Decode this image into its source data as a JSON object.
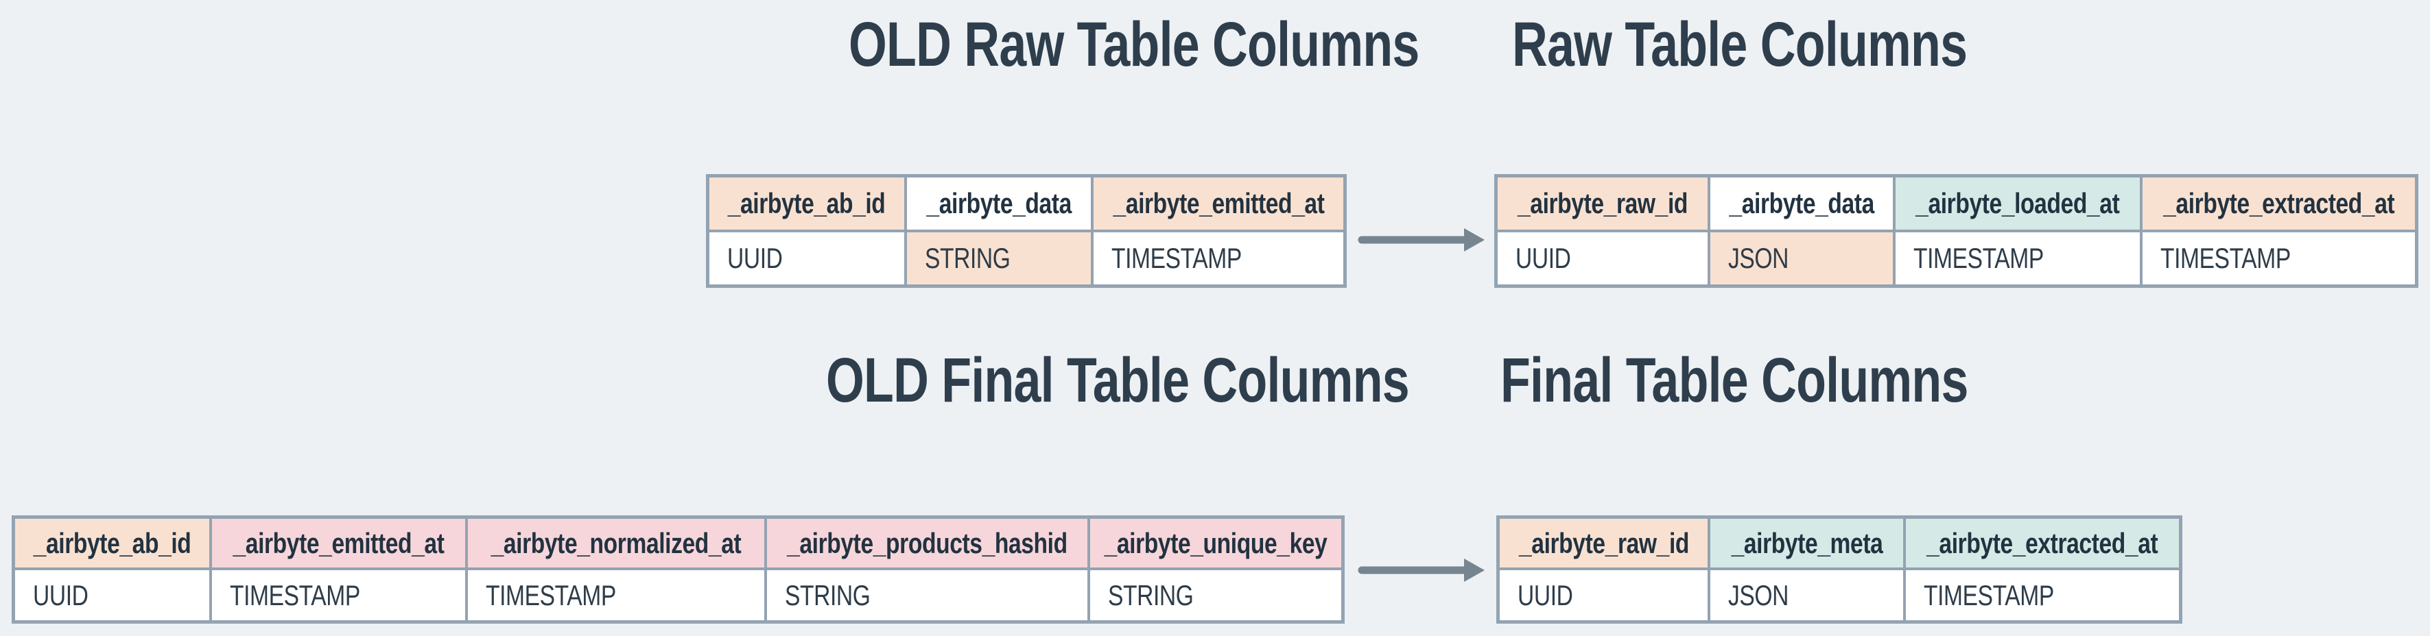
{
  "diagram": {
    "colors": {
      "background": "#edf1f4",
      "border": "#93a3b2",
      "arrow": "#76858f",
      "title_text": "#2f3e4c",
      "header_text": "#223240",
      "value_text": "#2e3c49",
      "peach": "#f9e1d1",
      "pink": "#f6d6da",
      "teal": "#d5eae6",
      "white": "#ffffff"
    },
    "titles": [
      {
        "id": "old-raw-table-columns",
        "text": "OLD Raw Table Columns"
      },
      {
        "id": "raw-table-columns",
        "text": "Raw Table Columns"
      },
      {
        "id": "old-final-table-columns",
        "text": "OLD Final Table Columns"
      },
      {
        "id": "final-table-columns",
        "text": "Final Table Columns"
      }
    ],
    "tables": [
      {
        "id": "old-raw-columns",
        "columns": [
          {
            "header": "_airbyte_ab_id",
            "header_bg": "peach",
            "type": "UUID",
            "type_bg": "white"
          },
          {
            "header": "_airbyte_data",
            "header_bg": "white",
            "type": "STRING",
            "type_bg": "peach"
          },
          {
            "header": "_airbyte_emitted_at",
            "header_bg": "peach",
            "type": "TIMESTAMP",
            "type_bg": "white"
          }
        ]
      },
      {
        "id": "raw-columns",
        "columns": [
          {
            "header": "_airbyte_raw_id",
            "header_bg": "peach",
            "type": "UUID",
            "type_bg": "white"
          },
          {
            "header": "_airbyte_data",
            "header_bg": "white",
            "type": "JSON",
            "type_bg": "peach"
          },
          {
            "header": "_airbyte_loaded_at",
            "header_bg": "teal",
            "type": "TIMESTAMP",
            "type_bg": "white"
          },
          {
            "header": "_airbyte_extracted_at",
            "header_bg": "peach",
            "type": "TIMESTAMP",
            "type_bg": "white"
          }
        ]
      },
      {
        "id": "old-final-columns",
        "columns": [
          {
            "header": "_airbyte_ab_id",
            "header_bg": "peach",
            "type": "UUID",
            "type_bg": "white"
          },
          {
            "header": "_airbyte_emitted_at",
            "header_bg": "pink",
            "type": "TIMESTAMP",
            "type_bg": "white"
          },
          {
            "header": "_airbyte_normalized_at",
            "header_bg": "pink",
            "type": "TIMESTAMP",
            "type_bg": "white"
          },
          {
            "header": "_airbyte_products_hashid",
            "header_bg": "pink",
            "type": "STRING",
            "type_bg": "white"
          },
          {
            "header": "_airbyte_unique_key",
            "header_bg": "pink",
            "type": "STRING",
            "type_bg": "white"
          }
        ]
      },
      {
        "id": "final-columns",
        "columns": [
          {
            "header": "_airbyte_raw_id",
            "header_bg": "peach",
            "type": "UUID",
            "type_bg": "white"
          },
          {
            "header": "_airbyte_meta",
            "header_bg": "teal",
            "type": "JSON",
            "type_bg": "white"
          },
          {
            "header": "_airbyte_extracted_at",
            "header_bg": "teal",
            "type": "TIMESTAMP",
            "type_bg": "white"
          }
        ]
      }
    ],
    "arrows": [
      {
        "id": "old-raw-to-raw"
      },
      {
        "id": "old-final-to-final"
      }
    ]
  }
}
